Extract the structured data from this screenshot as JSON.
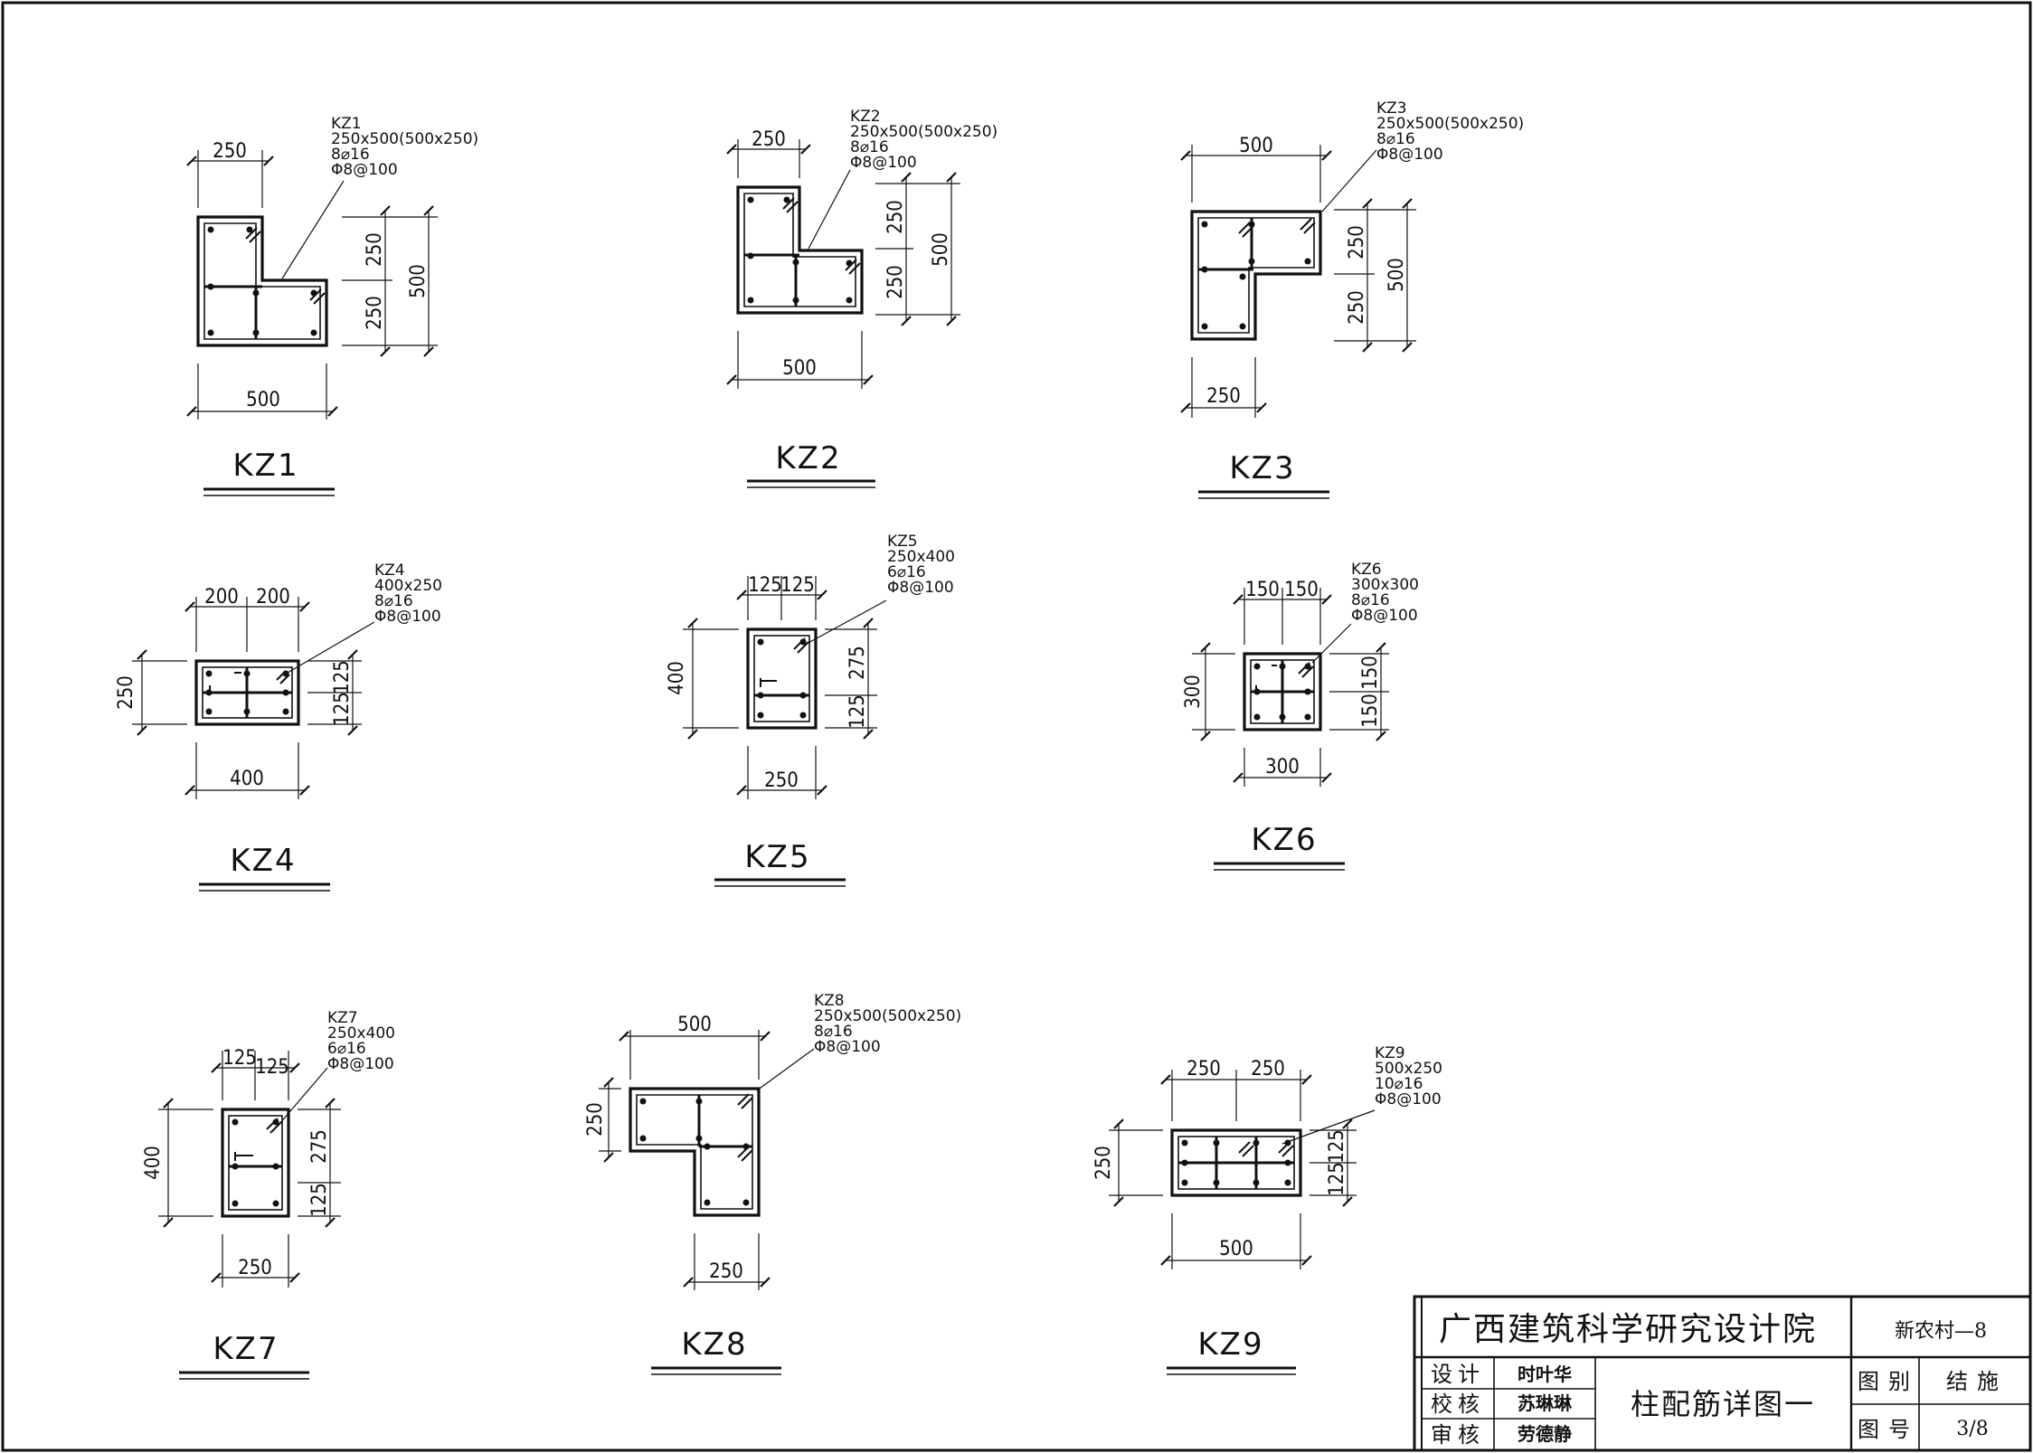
{
  "columns": [
    {
      "id": "KZ1",
      "title": "KZ1",
      "notes": [
        "KZ1",
        "250x500(500x250)",
        "8⌀16",
        "Φ8@100"
      ],
      "dims": {
        "top": "250",
        "bottom": "500",
        "right_a": "250",
        "right_b": "250",
        "right_total": "500"
      }
    },
    {
      "id": "KZ2",
      "title": "KZ2",
      "notes": [
        "KZ2",
        "250x500(500x250)",
        "8⌀16",
        "Φ8@100"
      ],
      "dims": {
        "top": "250",
        "bottom": "500",
        "right_a": "250",
        "right_b": "250",
        "right_total": "500"
      }
    },
    {
      "id": "KZ3",
      "title": "KZ3",
      "notes": [
        "KZ3",
        "250x500(500x250)",
        "8⌀16",
        "Φ8@100"
      ],
      "dims": {
        "top": "500",
        "bottom": "250",
        "right_a": "250",
        "right_b": "250",
        "right_total": "500"
      }
    },
    {
      "id": "KZ4",
      "title": "KZ4",
      "notes": [
        "KZ4",
        "400x250",
        "8⌀16",
        "Φ8@100"
      ],
      "dims": {
        "top_a": "200",
        "top_b": "200",
        "bottom": "400",
        "left": "250",
        "right_a": "125",
        "right_b": "125"
      }
    },
    {
      "id": "KZ5",
      "title": "KZ5",
      "notes": [
        "KZ5",
        "250x400",
        "6⌀16",
        "Φ8@100"
      ],
      "dims": {
        "top_a": "125",
        "top_b": "125",
        "bottom": "250",
        "left": "400",
        "right_a": "275",
        "right_b": "125"
      }
    },
    {
      "id": "KZ6",
      "title": "KZ6",
      "notes": [
        "KZ6",
        "300x300",
        "8⌀16",
        "Φ8@100"
      ],
      "dims": {
        "top_a": "150",
        "top_b": "150",
        "bottom": "300",
        "left": "300",
        "right_a": "150",
        "right_b": "150"
      }
    },
    {
      "id": "KZ7",
      "title": "KZ7",
      "notes": [
        "KZ7",
        "250x400",
        "6⌀16",
        "Φ8@100"
      ],
      "dims": {
        "top_a": "125",
        "top_b": "125",
        "bottom": "250",
        "left": "400",
        "right_a": "275",
        "right_b": "125"
      }
    },
    {
      "id": "KZ8",
      "title": "KZ8",
      "notes": [
        "KZ8",
        "250x500(500x250)",
        "8⌀16",
        "Φ8@100"
      ],
      "dims": {
        "top": "500",
        "bottom": "250",
        "left": "250"
      }
    },
    {
      "id": "KZ9",
      "title": "KZ9",
      "notes": [
        "KZ9",
        "500x250",
        "10⌀16",
        "Φ8@100"
      ],
      "dims": {
        "top_a": "250",
        "top_b": "250",
        "bottom": "500",
        "left": "250",
        "right_a": "125",
        "right_b": "125"
      }
    }
  ],
  "title_block": {
    "institute": "广西建筑科学研究设计院",
    "project": "新农村—8",
    "drawing_title": "柱配筋详图一",
    "roles": [
      {
        "label": "设计",
        "name": "时叶华"
      },
      {
        "label": "校核",
        "name": "苏琳琳"
      },
      {
        "label": "审核",
        "name": "劳德静"
      }
    ],
    "category_label": "图别",
    "category_value": "结施",
    "number_label": "图号",
    "number_value": "3/8"
  }
}
